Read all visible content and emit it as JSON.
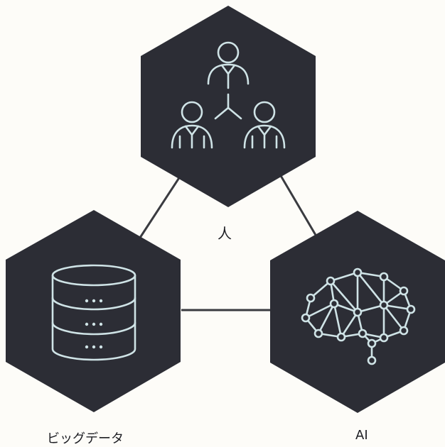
{
  "nodes": {
    "people": {
      "label": "人",
      "icon": "people-hierarchy-icon"
    },
    "big_data": {
      "label": "ビッグデータ",
      "icon": "database-icon"
    },
    "ai": {
      "label": "AI",
      "icon": "brain-network-icon"
    }
  },
  "connections": [
    [
      "people",
      "big_data"
    ],
    [
      "people",
      "ai"
    ],
    [
      "big_data",
      "ai"
    ]
  ],
  "colors": {
    "background": "#fdfcf8",
    "hex_fill": "#2c2d35",
    "icon_stroke": "#cfe3e6",
    "connector": "#3a3b40",
    "label_text": "#1d1e23"
  }
}
